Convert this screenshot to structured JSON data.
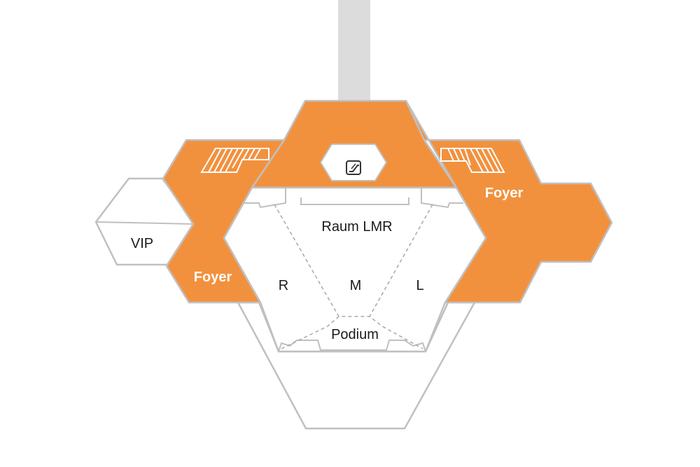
{
  "colors": {
    "foyer": "#F2913D",
    "outline": "#C0C0C0",
    "corridor": "#DCDCDC",
    "room_fill": "#FFFFFF",
    "text": "#1A1A1A"
  },
  "labels": {
    "vip": "VIP",
    "foyer_left": "Foyer",
    "foyer_right": "Foyer",
    "main_room": "Raum LMR",
    "section_r": "R",
    "section_m": "M",
    "section_l": "L",
    "podium": "Podium"
  },
  "icons": {
    "stairs_left": "stairs-icon",
    "stairs_right": "stairs-icon",
    "escalator": "escalator-icon"
  }
}
